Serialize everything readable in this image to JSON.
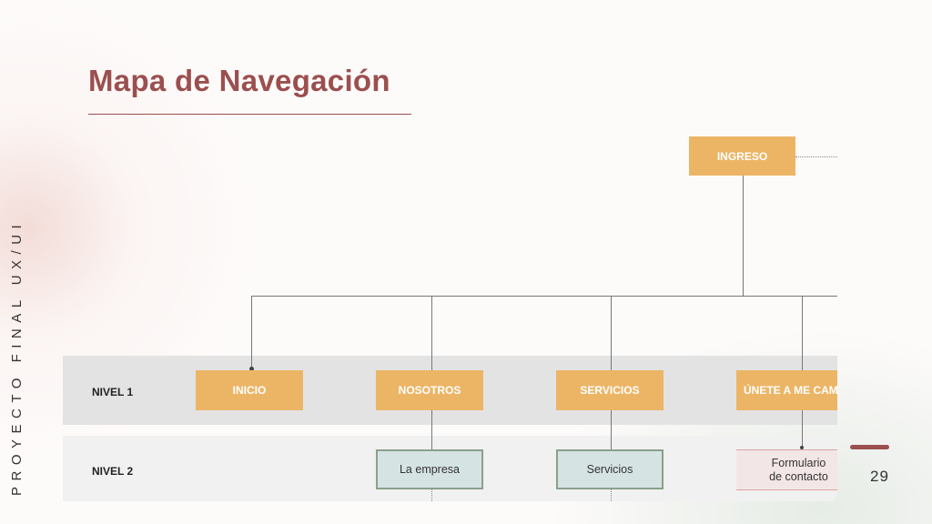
{
  "title": "Mapa de Navegación",
  "side_label": "PROYECTO FINAL UX/UI",
  "page_number": "29",
  "root": "INGRESO",
  "levels": [
    "NIVEL 1",
    "NIVEL 2"
  ],
  "level1": [
    "INICIO",
    "NOSOTROS",
    "SERVICIOS",
    "ÚNETE A ME CAMBIO"
  ],
  "level2": [
    "La empresa",
    "Servicios",
    "Formulario de contacto"
  ],
  "colors": {
    "accent": "#9b4f4f",
    "node": "#ecb566",
    "sub": "#d6e3e3"
  }
}
